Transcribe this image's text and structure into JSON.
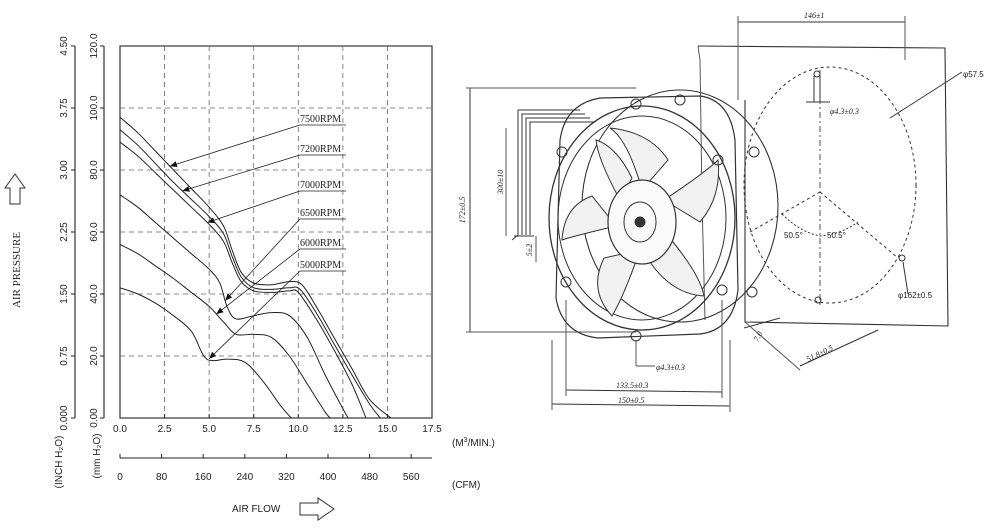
{
  "chart_data": {
    "type": "line",
    "y_axis_left_label": "AIR  PRESSURE",
    "y_unit_inch": "(INCH H₂O)",
    "y_unit_mm": "(mm H₂O)",
    "y_ticks_inch": [
      "4.50",
      "3.75",
      "3.00",
      "2.25",
      "1.50",
      "0.75",
      "0.000"
    ],
    "y_ticks_mm": [
      "120.0",
      "100.0",
      "80.0",
      "60.0",
      "40.0",
      "20.0",
      "0.00"
    ],
    "ylim": [
      0,
      120
    ],
    "x_ticks_m3": [
      "0.0",
      "2.5",
      "5.0",
      "7.5",
      "10.0",
      "12.5",
      "15.0",
      "17.5"
    ],
    "x_unit_m3": "(M³/MIN.)",
    "x_ticks_cfm": [
      "0",
      "80",
      "160",
      "240",
      "320",
      "400",
      "480",
      "560"
    ],
    "x_unit_cfm": "(CFM)",
    "x_label": "AIR FLOW",
    "xlim": [
      0,
      17.5
    ],
    "grid": true,
    "series": [
      {
        "name": "7500RPM",
        "points": [
          [
            0,
            97
          ],
          [
            1,
            92
          ],
          [
            2,
            86
          ],
          [
            3,
            80
          ],
          [
            4,
            74
          ],
          [
            5,
            68
          ],
          [
            5.8,
            62
          ],
          [
            6.3,
            54
          ],
          [
            6.8,
            47
          ],
          [
            7.5,
            43.5
          ],
          [
            8.5,
            43
          ],
          [
            9.5,
            44
          ],
          [
            10.2,
            43
          ],
          [
            11,
            36
          ],
          [
            12,
            26
          ],
          [
            13,
            16
          ],
          [
            14,
            6
          ],
          [
            15.2,
            0
          ]
        ]
      },
      {
        "name": "7200RPM",
        "points": [
          [
            0,
            93
          ],
          [
            1,
            88
          ],
          [
            2,
            82
          ],
          [
            3,
            76
          ],
          [
            4,
            70.5
          ],
          [
            5,
            65
          ],
          [
            5.8,
            59.5
          ],
          [
            6.3,
            52
          ],
          [
            6.8,
            45.5
          ],
          [
            7.5,
            42
          ],
          [
            8.5,
            41.5
          ],
          [
            9.5,
            42
          ],
          [
            10.1,
            41.5
          ],
          [
            11,
            34
          ],
          [
            12,
            24
          ],
          [
            13,
            14
          ],
          [
            14,
            4.5
          ],
          [
            14.6,
            0
          ]
        ]
      },
      {
        "name": "7000RPM",
        "points": [
          [
            0,
            89
          ],
          [
            1,
            84.5
          ],
          [
            2,
            79
          ],
          [
            3,
            73.5
          ],
          [
            4,
            68
          ],
          [
            5,
            62.5
          ],
          [
            5.8,
            57
          ],
          [
            6.3,
            50
          ],
          [
            6.8,
            44
          ],
          [
            7.5,
            41
          ],
          [
            8.5,
            40.5
          ],
          [
            9.5,
            41
          ],
          [
            10,
            40.5
          ],
          [
            11,
            32
          ],
          [
            12,
            22
          ],
          [
            13,
            11
          ],
          [
            13.8,
            0
          ]
        ]
      },
      {
        "name": "6500RPM",
        "points": [
          [
            0,
            72
          ],
          [
            1,
            68
          ],
          [
            2,
            63
          ],
          [
            3,
            58
          ],
          [
            4,
            53
          ],
          [
            5,
            48
          ],
          [
            5.6,
            43.5
          ],
          [
            6,
            36
          ],
          [
            6.5,
            32
          ],
          [
            7.5,
            33
          ],
          [
            8.5,
            34
          ],
          [
            9.5,
            33
          ],
          [
            10.5,
            26
          ],
          [
            11.5,
            14
          ],
          [
            12.5,
            3
          ],
          [
            12.8,
            0
          ]
        ]
      },
      {
        "name": "6000RPM",
        "points": [
          [
            0,
            56
          ],
          [
            1,
            53
          ],
          [
            2,
            49
          ],
          [
            3,
            45
          ],
          [
            4,
            40.5
          ],
          [
            5,
            36
          ],
          [
            5.8,
            31
          ],
          [
            6.5,
            27
          ],
          [
            7.5,
            27
          ],
          [
            8.5,
            26
          ],
          [
            9.5,
            20
          ],
          [
            10.5,
            11
          ],
          [
            11.5,
            2
          ],
          [
            11.8,
            0
          ]
        ]
      },
      {
        "name": "5000RPM",
        "points": [
          [
            0,
            42
          ],
          [
            1,
            40
          ],
          [
            2,
            37
          ],
          [
            3,
            33
          ],
          [
            4,
            28
          ],
          [
            4.7,
            20
          ],
          [
            5.2,
            18.5
          ],
          [
            6,
            19
          ],
          [
            7,
            18
          ],
          [
            8,
            12
          ],
          [
            9,
            4
          ],
          [
            9.6,
            0
          ]
        ]
      }
    ]
  },
  "drawing": {
    "dim_width": "146±1",
    "dim_height": "172±0.5",
    "dim_lead": "300±10",
    "dim_strip": "5±2",
    "dim_hole_top": "φ4.3±0.3",
    "dim_hole_bottom": "φ4.3±0.3",
    "dim_pitch": "133.5±0.3",
    "dim_body": "150±0.5",
    "dim_depth": "51.8±0.5",
    "dim_flange": "7.0",
    "dim_circle": "φ162±0.5",
    "dim_diam": "φ57.5",
    "angle_left": "50.5°",
    "angle_right": "50.5°"
  }
}
